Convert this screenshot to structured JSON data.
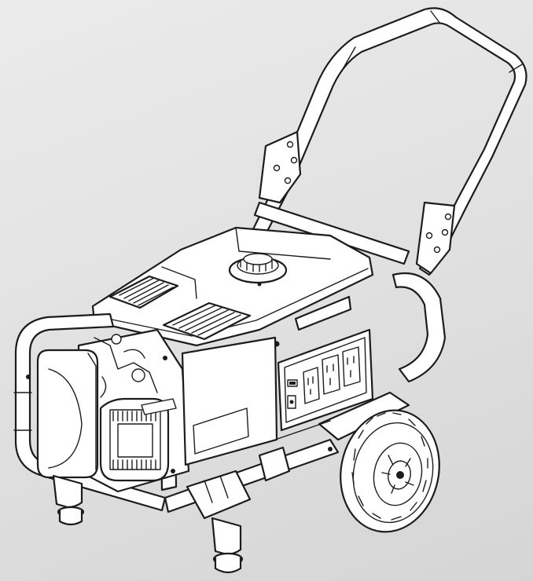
{
  "figure": {
    "subject_icon": "portable-generator-icon",
    "style": "black line art on light grey gradient",
    "components": [
      "frame",
      "handle",
      "fuel-tank",
      "fuel-cap",
      "control-panel",
      "outlets",
      "air-filter",
      "recoil-cover",
      "wheel",
      "support-feet"
    ]
  }
}
